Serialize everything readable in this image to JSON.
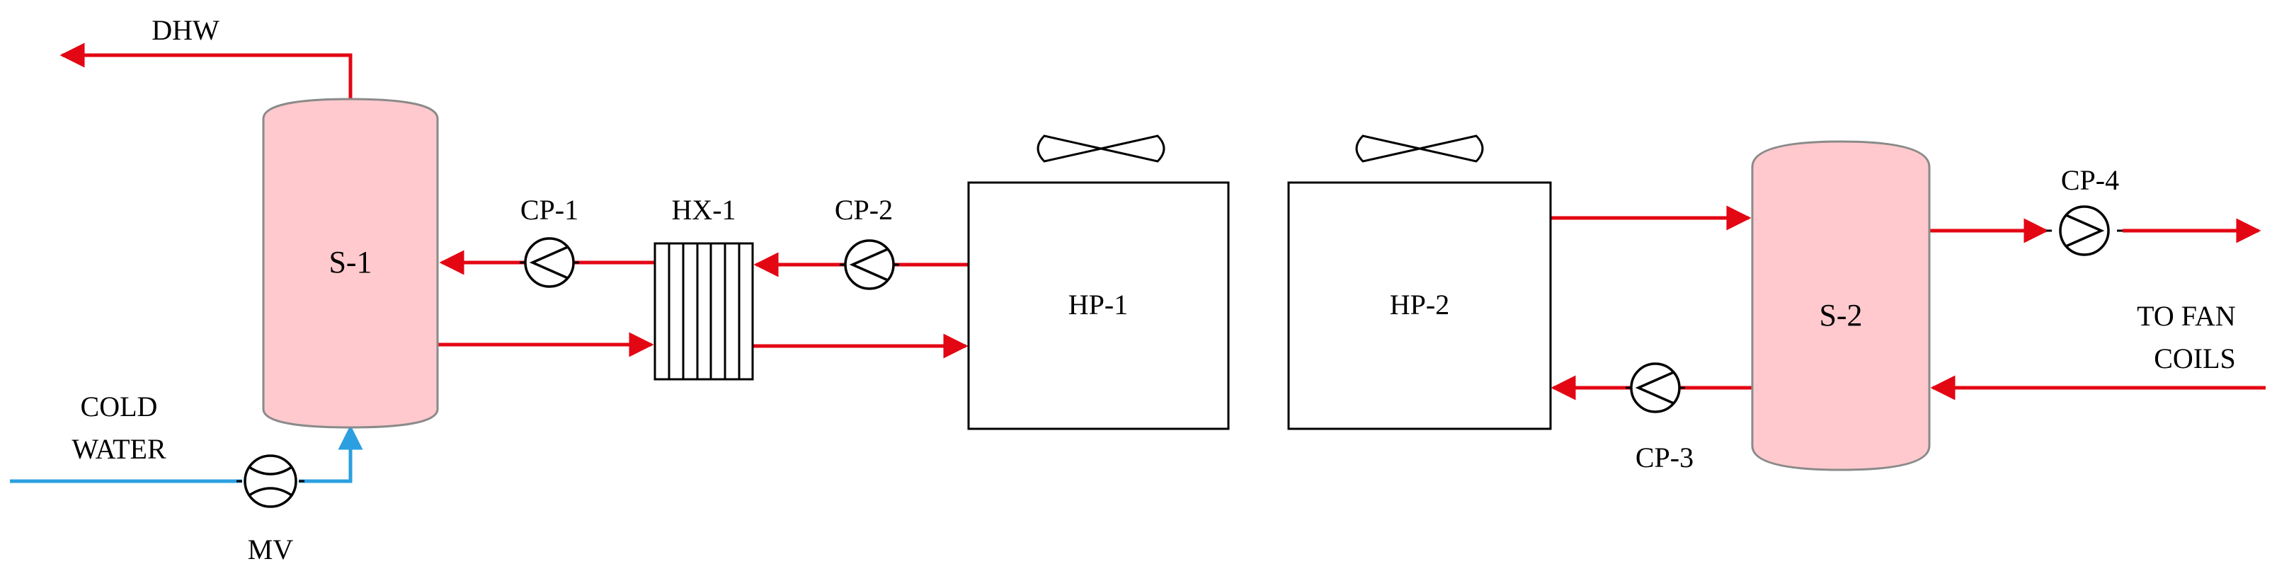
{
  "colors": {
    "hot_pipe": "#e30613",
    "cold_pipe": "#2b9fe0",
    "storage_fill": "#ffc9cd",
    "outline": "#000000"
  },
  "labels": {
    "dhw": "DHW",
    "cold_water_line1": "COLD",
    "cold_water_line2": "WATER",
    "mv": "MV",
    "s1": "S-1",
    "s2": "S-2",
    "cp1": "CP-1",
    "cp2": "CP-2",
    "cp3": "CP-3",
    "cp4": "CP-4",
    "hx1": "HX-1",
    "hp1": "HP-1",
    "hp2": "HP-2",
    "fan_coils_line1": "TO FAN",
    "fan_coils_line2": "COILS"
  },
  "icons": {
    "pump": "circulation-pump-icon",
    "meter": "flow-meter-icon",
    "fan": "fan-icon",
    "heat_exchanger": "plate-heat-exchanger-icon"
  }
}
